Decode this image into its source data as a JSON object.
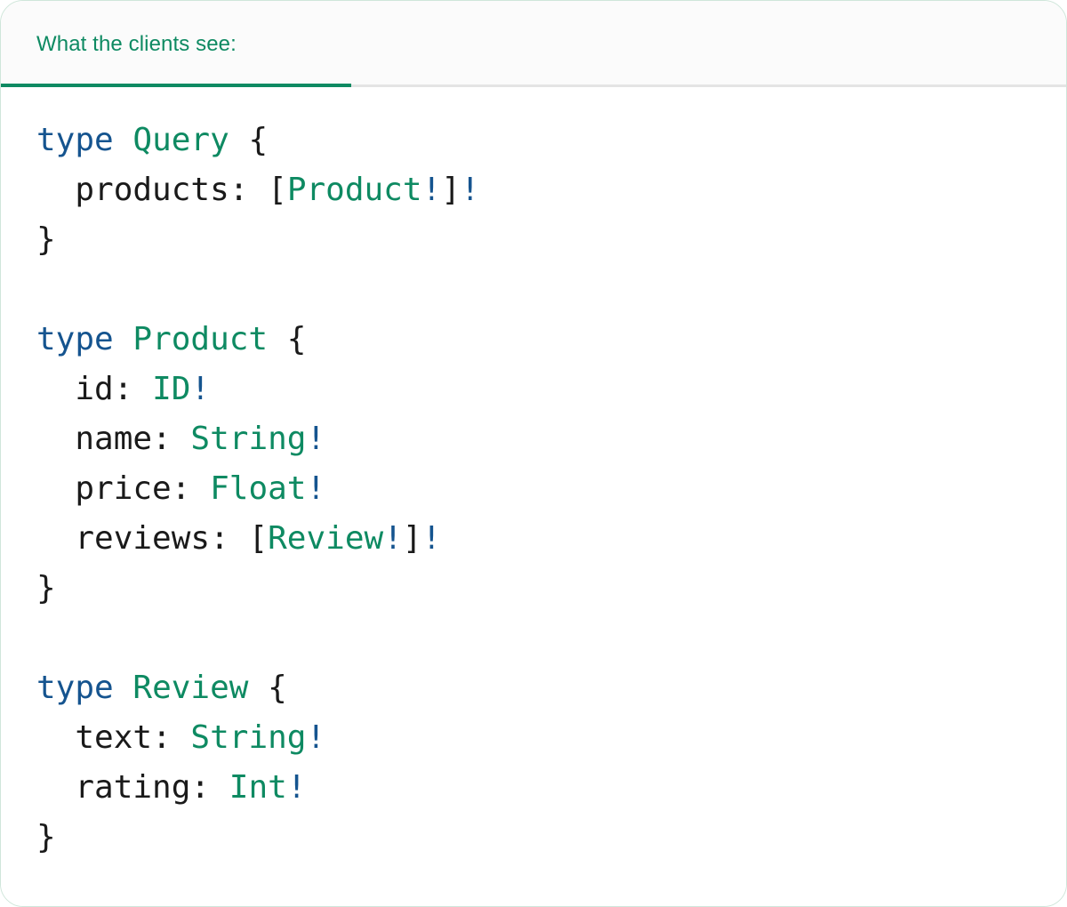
{
  "card": {
    "border_color": "#cfe6da",
    "background": "#ffffff"
  },
  "header": {
    "background": "#fbfbfb",
    "divider_color": "#e4e4e4",
    "active_tab": {
      "label": "What the clients see:",
      "color": "#0e8a62",
      "underline_color": "#0e8a62"
    }
  },
  "syntax_colors": {
    "keyword": "#15548f",
    "type_name": "#0e8a62",
    "field_name": "#1a1a1a",
    "punctuation": "#1a1a1a",
    "non_null_bang": "#15548f"
  },
  "code": {
    "language": "graphql",
    "lines": [
      {
        "kw": "type",
        "name": "Query",
        "brace": "{"
      },
      {
        "indent": "  ",
        "field": "products:",
        "type": "[Product!]!"
      },
      {
        "close": "}"
      },
      {
        "blank": true
      },
      {
        "kw": "type",
        "name": "Product",
        "brace": "{"
      },
      {
        "indent": "  ",
        "field": "id:",
        "type": "ID!"
      },
      {
        "indent": "  ",
        "field": "name:",
        "type": "String!"
      },
      {
        "indent": "  ",
        "field": "price:",
        "type": "Float!"
      },
      {
        "indent": "  ",
        "field": "reviews:",
        "type": "[Review!]!"
      },
      {
        "close": "}"
      },
      {
        "blank": true
      },
      {
        "kw": "type",
        "name": "Review",
        "brace": "{"
      },
      {
        "indent": "  ",
        "field": "text:",
        "type": "String!"
      },
      {
        "indent": "  ",
        "field": "rating:",
        "type": "Int!"
      },
      {
        "close": "}"
      }
    ]
  }
}
